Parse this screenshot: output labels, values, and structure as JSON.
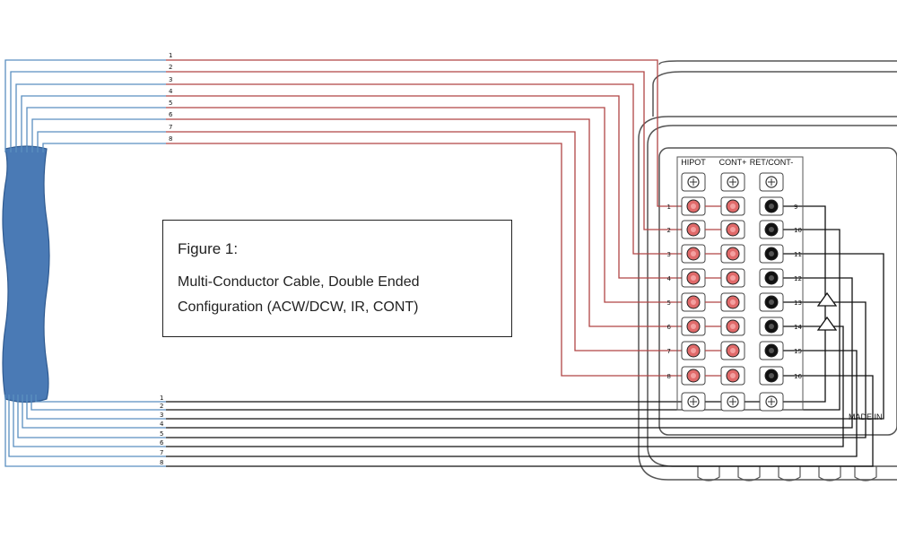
{
  "figure": {
    "title": "Figure 1:",
    "caption_line1": "Multi-Conductor Cable, Double Ended",
    "caption_line2": "Configuration (ACW/DCW, IR, CONT)"
  },
  "cable_top_labels": [
    "1",
    "2",
    "3",
    "4",
    "5",
    "6",
    "7",
    "8"
  ],
  "cable_bottom_labels": [
    "1",
    "2",
    "3",
    "4",
    "5",
    "6",
    "7",
    "8"
  ],
  "instrument": {
    "column_headers": [
      "HIPOT",
      "CONT+",
      "RET/CONT-"
    ],
    "left_terminal_numbers": [
      "1",
      "2",
      "3",
      "4",
      "5",
      "6",
      "7",
      "8"
    ],
    "right_terminal_numbers": [
      "9",
      "10",
      "11",
      "12",
      "13",
      "14",
      "15",
      "16"
    ],
    "made_in_text": "MADE IN"
  },
  "colors": {
    "cable_blue": "#4a7ab5",
    "wire_blue": "#5b8fc0",
    "wire_red": "#b14545",
    "terminal_red": "#e06a6a",
    "terminal_black": "#111111",
    "outline_gray": "#555555"
  }
}
